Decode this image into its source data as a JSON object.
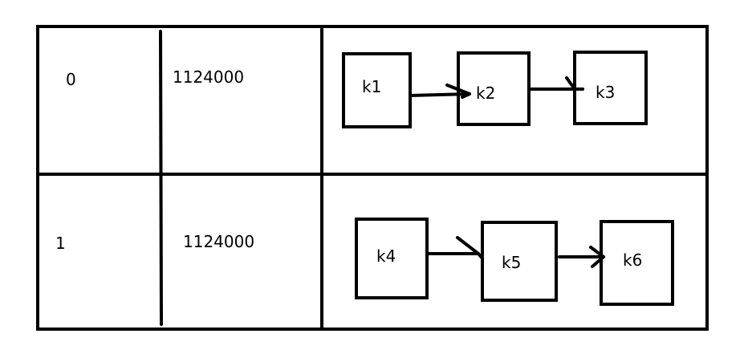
{
  "colors": {
    "background": "#ffffff",
    "ink": "#000000"
  },
  "rows": [
    {
      "index": "0",
      "value": "1124000",
      "chain": [
        "k1",
        "k2",
        "k3"
      ]
    },
    {
      "index": "1",
      "value": "1124000",
      "chain": [
        "k4",
        "k5",
        "k6"
      ]
    }
  ]
}
